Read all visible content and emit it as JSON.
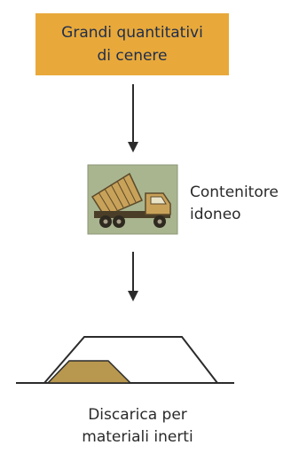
{
  "nodes": {
    "source": {
      "line1": "Grandi quantitativi",
      "line2": "di cenere"
    },
    "container": {
      "line1": "Contenitore",
      "line2": "idoneo",
      "icon": "truck-icon"
    },
    "destination": {
      "line1": "Discarica per",
      "line2": "materiali inerti",
      "icon": "landfill-icon"
    }
  },
  "colors": {
    "box_fill": "#e8a93a",
    "box_text": "#1f2d4d",
    "arrow": "#2b2b2b",
    "ash_fill": "#b8974e",
    "truck_bg": "#a9b58f"
  }
}
